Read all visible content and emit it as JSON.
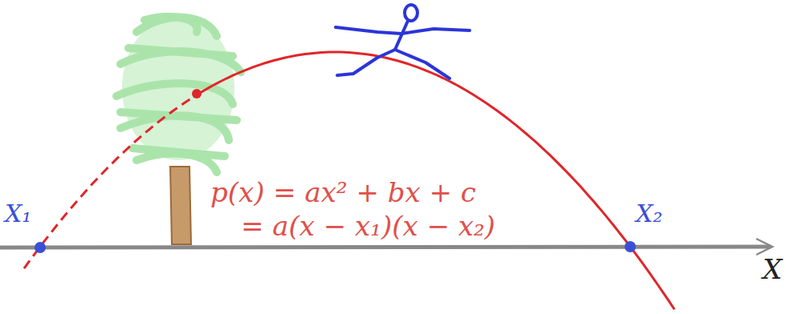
{
  "diagram": {
    "labels": [
      "p(x) = ax² + bx + c",
      "= a(x − x₁)(x − x₂)",
      "X₁",
      "X₂",
      "X"
    ]
  }
}
